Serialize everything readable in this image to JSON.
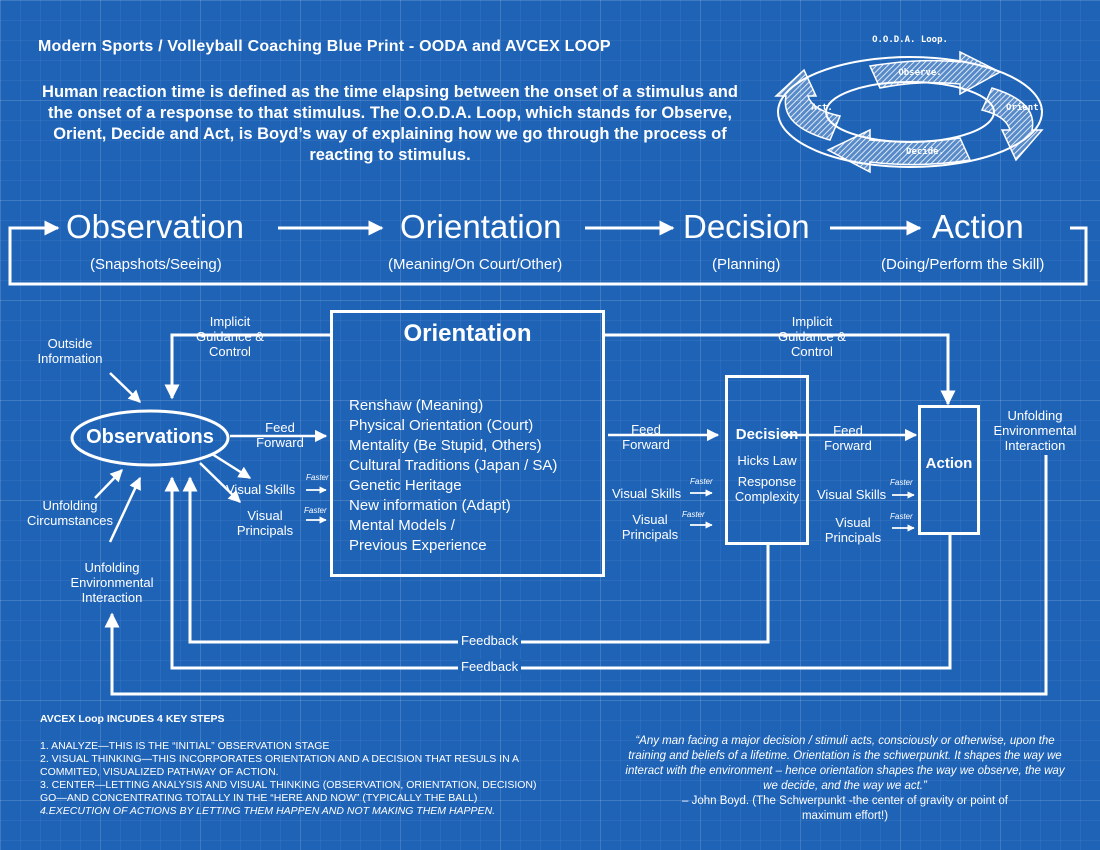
{
  "title": "Modern Sports / Volleyball Coaching Blue Print - OODA and AVCEX LOOP",
  "intro": "Human reaction time is defined as the time elapsing between the onset of a stimulus and the onset of a response to that stimulus. The O.O.D.A. Loop, which stands for Observe, Orient, Decide and Act, is Boyd’s way of explaining how we go through the process of reacting to stimulus.",
  "ooda_loop": {
    "title": "O.O.D.A. Loop.",
    "observe": "Observe.",
    "orient": "Orient.",
    "decide": "Decide.",
    "act": "Act."
  },
  "stages": [
    {
      "name": "Observation",
      "sub": "(Snapshots/Seeing)"
    },
    {
      "name": "Orientation",
      "sub": "(Meaning/On Court/Other)"
    },
    {
      "name": "Decision",
      "sub": "(Planning)"
    },
    {
      "name": "Action",
      "sub": "(Doing/Perform the Skill)"
    }
  ],
  "diagram": {
    "outside_information": "Outside Information",
    "implicit_guidance_left": "Implicit Guidance & Control",
    "implicit_guidance_right": "Implicit Guidance & Control",
    "observations": "Observations",
    "unfolding_circumstances": "Unfolding Circumstances",
    "unfolding_env_left": "Unfolding Environmental Interaction",
    "unfolding_env_right": "Unfolding Environmental Interaction",
    "feed_forward": "Feed Forward",
    "visual_skills": "Visual Skills",
    "visual_principals": "Visual Principals",
    "faster": "Faster",
    "orientation_title": "Orientation",
    "orientation_items": [
      "Renshaw (Meaning)",
      "Physical Orientation (Court)",
      "Mentality (Be Stupid, Others)",
      "Cultural Traditions (Japan / SA)",
      "Genetic Heritage",
      "New information (Adapt)",
      "Mental Models /",
      "Previous Experience"
    ],
    "decision_title": "Decision",
    "decision_items": [
      "Hicks Law",
      "Response Complexity"
    ],
    "action_title": "Action",
    "feedback": "Feedback"
  },
  "avcex": {
    "heading": "AVCEX Loop INCUDES 4 KEY STEPS",
    "lines": [
      "1. ANALYZE—THIS IS THE “INITIAL” OBSERVATION STAGE",
      "2. VISUAL THINKING—THIS INCORPORATES ORIENTATION AND A DECISION THAT RESULS IN A",
      "COMMITED, VISUALIZED PATHWAY OF ACTION.",
      "3. CENTER—LETTING ANALYSIS AND VISUAL THINKING (OBSERVATION, ORIENTATION, DECISION)",
      "GO—AND CONCENTRATING TOTALLY IN THE “HERE AND NOW” (TYPICALLY THE BALL)",
      "4.EXECUTION OF ACTIONS BY LETTING THEM HAPPEN AND NOT MAKING THEM HAPPEN."
    ]
  },
  "quote": {
    "text": "“Any man facing a major decision / stimuli acts, consciously or otherwise, upon the training and beliefs of a lifetime. Orientation is the schwerpunkt. It shapes the way we interact with the environment – hence orientation shapes the way we observe, the way we decide, and the way we act.”",
    "attribution": "– John Boyd. (The Schwerpunkt -the center of gravity or point of maximum effort!)"
  },
  "colors": {
    "background": "#1f63b7",
    "line": "#ffffff"
  }
}
